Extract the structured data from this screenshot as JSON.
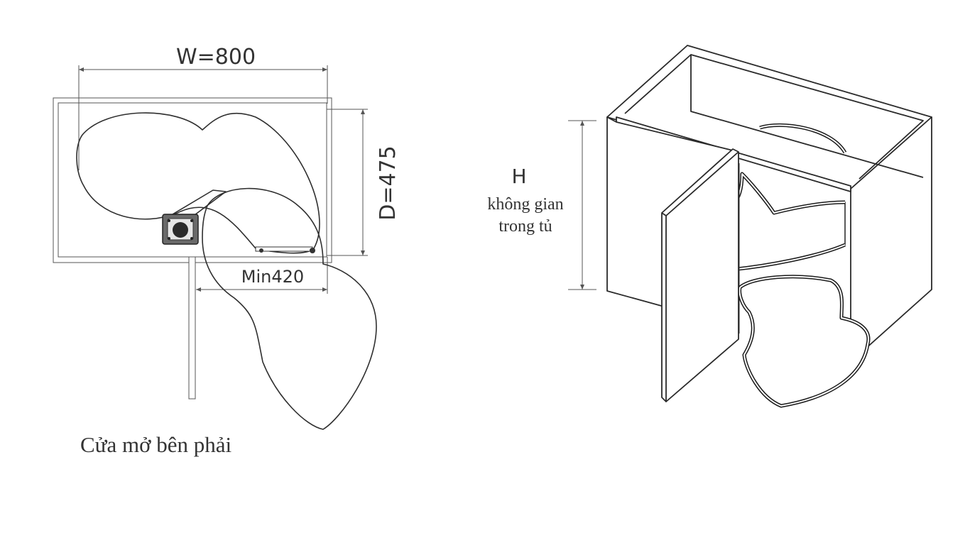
{
  "plan_view": {
    "width_label": "W=800",
    "depth_label": "D=475",
    "min_label": "Min420",
    "caption": "Cửa mở bên phải"
  },
  "cabinet_view": {
    "height_label": "H",
    "height_desc_line1": "không gian",
    "height_desc_line2": "trong tủ"
  },
  "colors": {
    "line": "#2f2f2f",
    "text": "#333333",
    "rim": "#1a1a1a",
    "background": "#ffffff"
  }
}
